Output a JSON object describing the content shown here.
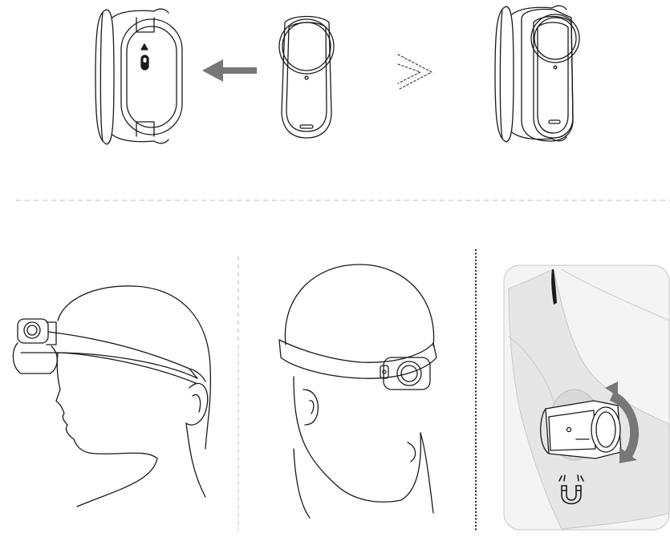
{
  "title": "",
  "colors": {
    "line": "#1a1a1a",
    "arrow": "#777777",
    "divider": "#bdbdbd",
    "panel_bg": "#f4f4f4",
    "panel_border": "#cfcfcf",
    "body_silhouette": "#e6e6e6",
    "magnet_ring": "#d9d9d9"
  },
  "steps": [
    {
      "name": "magnetic-base-front-view",
      "icon": "mount-base-icon"
    },
    {
      "name": "attach-arrow",
      "icon": "arrow-left-icon"
    },
    {
      "name": "camera-front-view",
      "icon": "camera-icon"
    },
    {
      "name": "result-chevron",
      "icon": "dashed-chevron-icon"
    },
    {
      "name": "camera-mounted-on-base",
      "icon": "mounted-camera-icon"
    }
  ],
  "scenes": [
    {
      "name": "head-profile-with-strap-camera",
      "icon": "head-side-icon"
    },
    {
      "name": "head-front-with-strap-camera",
      "icon": "head-front-icon"
    },
    {
      "name": "magnetic-clothing-mount-detail",
      "icon": "magnet-mount-icon"
    }
  ],
  "detail_icons": [
    "rotate-arrow-icon",
    "magnet-icon"
  ]
}
